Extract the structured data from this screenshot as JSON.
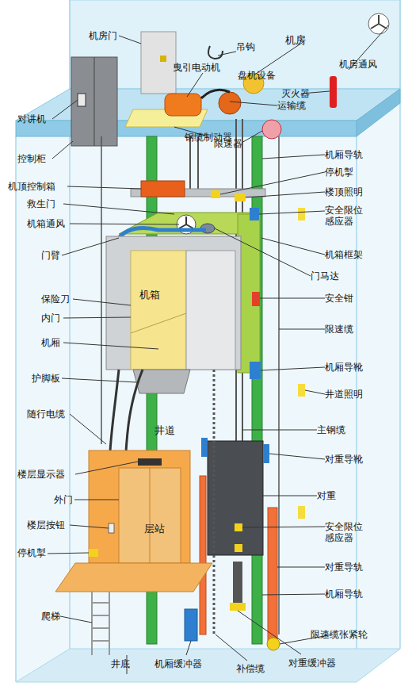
{
  "diagram": {
    "labels": [
      "机房门",
      "吊钩",
      "机房",
      "曳引电动机",
      "盘机设备",
      "机房通风",
      "灭火器",
      "运输缆",
      "对讲机",
      "控制柜",
      "钢缆制动器",
      "限速器",
      "机厢导轨",
      "停机掣",
      "机顶控制箱",
      "楼顶照明",
      "救生门",
      "安全限位 感应器",
      "机箱通风",
      "机箱框架",
      "门臂",
      "门马达",
      "保险刀",
      "机箱",
      "内门",
      "安全钳",
      "机厢",
      "限速缆",
      "机厢导靴",
      "护脚板",
      "井道照明",
      "随行电缆",
      "井道",
      "主钢缆",
      "对重导靴",
      "楼层显示器",
      "对重",
      "外门",
      "楼层按钮",
      "层站",
      "安全限位 感应器",
      "停机掣",
      "对重导轨",
      "机厢导轨",
      "爬梯",
      "限速缆张紧轮",
      "井底",
      "机厢缓冲器",
      "补偿缆",
      "对重缓冲器"
    ]
  }
}
